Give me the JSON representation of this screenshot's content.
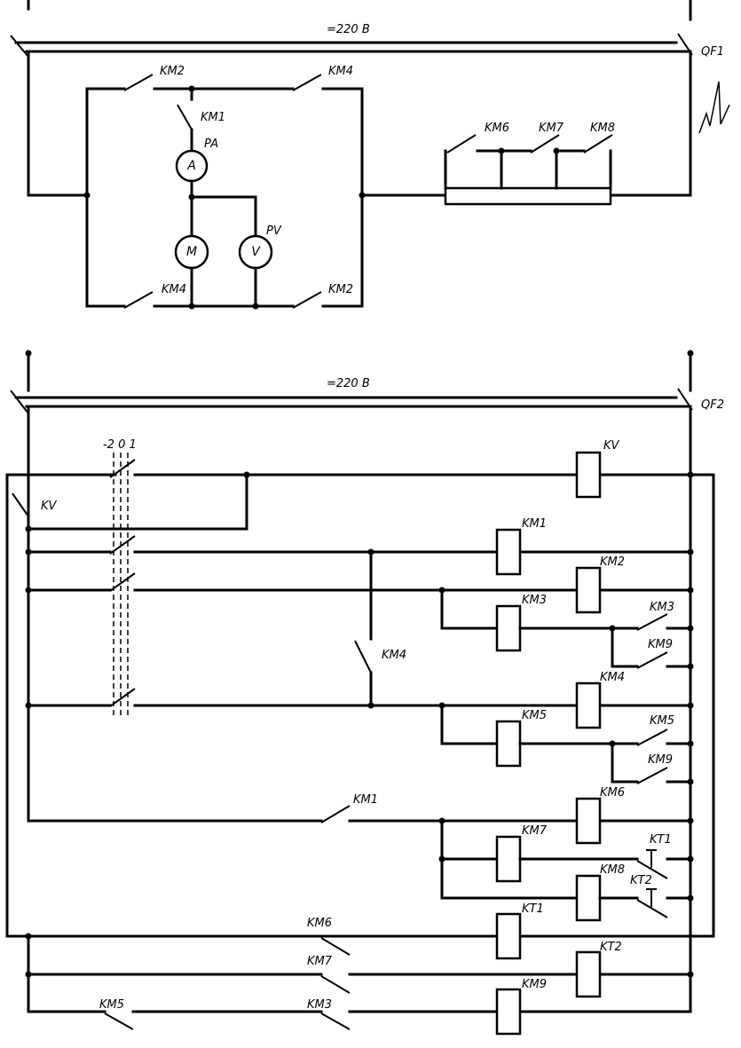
{
  "power_circuit": {
    "supply_label": "=220 В",
    "breaker_label": "QF1",
    "contacts": {
      "km2_top": "KM2",
      "km4_top": "KM4",
      "km1": "KM1",
      "km4_bottom": "KM4",
      "km2_bottom": "KM2",
      "km6": "KM6",
      "km7": "KM7",
      "km8": "KM8"
    },
    "meters": {
      "ammeter_symbol": "A",
      "ammeter_label": "PA",
      "motor_symbol": "M",
      "voltmeter_symbol": "V",
      "voltmeter_label": "PV"
    }
  },
  "control_circuit": {
    "supply_label": "=220 В",
    "breaker_label": "QF2",
    "switch_positions": "-2 0 1",
    "coils": {
      "kv": "KV",
      "km1": "KM1",
      "km2": "KM2",
      "km3": "KM3",
      "km4": "KM4",
      "km5": "KM5",
      "km6": "KM6",
      "km7": "KM7",
      "km8": "KM8",
      "kt1": "KT1",
      "kt2": "KT2",
      "km9": "KM9"
    },
    "contacts": {
      "kv": "KV",
      "km4": "KM4",
      "km3": "KM3",
      "km9_a": "KM9",
      "km5": "KM5",
      "km9_b": "KM9",
      "km1": "KM1",
      "kt1": "KT1",
      "kt2": "KT2",
      "km6": "KM6",
      "km7": "KM7",
      "km5_b": "KM5",
      "km3_b": "KM3"
    }
  }
}
